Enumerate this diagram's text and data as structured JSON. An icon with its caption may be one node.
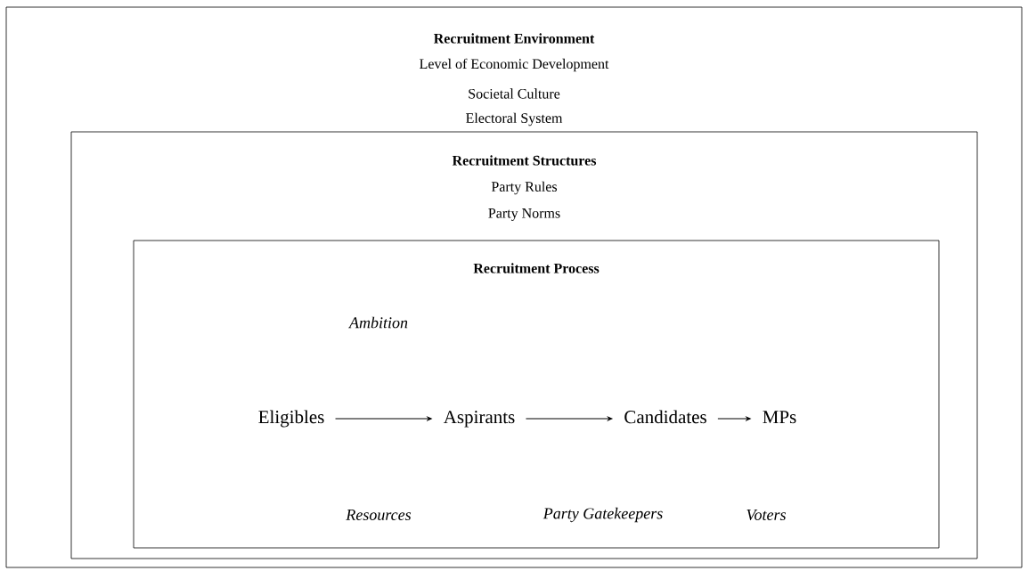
{
  "diagram": {
    "nodes": [
      {
        "text": [
          "Recruitment Environment",
          "Level of Economic Development",
          "Societal Culture",
          "Electoral System"
        ]
      },
      {
        "text": [
          "Recruitment Structures",
          "Party Rules",
          "Party Norms"
        ],
        "in": 0
      },
      {
        "text": [
          "Recruitment Process"
        ],
        "in": 1
      },
      {
        "text": [
          "Eligibles"
        ],
        "in": 2
      },
      {
        "text": [
          "Aspirants"
        ],
        "in": 2
      },
      {
        "text": [
          "Candidates"
        ],
        "in": 2
      },
      {
        "text": [
          "MPs"
        ],
        "in": 2
      }
    ],
    "edges": [
      {
        "from": 3,
        "to": 4,
        "arrow": "to"
      },
      {
        "from": 4,
        "to": 5,
        "arrow": "to"
      },
      {
        "from": 5,
        "to": 6,
        "arrow": "to"
      }
    ],
    "labels": [
      "Ambition",
      "Resources",
      "Party Gatekeepers",
      "Voters"
    ]
  }
}
